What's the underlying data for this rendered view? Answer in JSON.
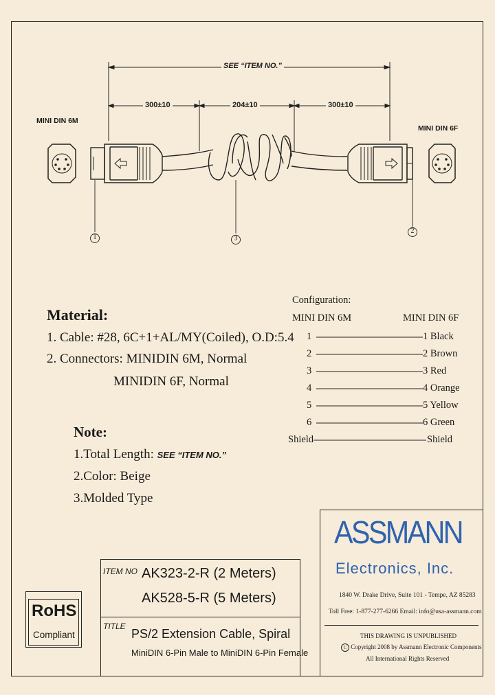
{
  "dimensions": {
    "overall": "SEE “ITEM NO.”",
    "left": "300±10",
    "middle": "204±10",
    "right": "300±10"
  },
  "connectors": {
    "left_label": "MINI DIN 6M",
    "right_label": "MINI DIN 6F"
  },
  "callouts": [
    "1",
    "2",
    "3"
  ],
  "material": {
    "heading": "Material:",
    "line1": "1. Cable: #28, 6C+1+AL/MY(Coiled), O.D:5.4",
    "line2": "2. Connectors: MINIDIN 6M, Normal",
    "line3": "MINIDIN 6F, Normal"
  },
  "note": {
    "heading": "Note:",
    "line1_prefix": "1.Total Length:",
    "line1_value": "SEE “ITEM NO.”",
    "line2": "2.Color: Beige",
    "line3": "3.Molded Type"
  },
  "configuration": {
    "title": "Configuration:",
    "left_header": "MINI DIN 6M",
    "right_header": "MINI DIN 6F",
    "rows": [
      {
        "left": "1",
        "right": "1 Black"
      },
      {
        "left": "2",
        "right": "2 Brown"
      },
      {
        "left": "3",
        "right": "3 Red"
      },
      {
        "left": "4",
        "right": "4 Orange"
      },
      {
        "left": "5",
        "right": "5 Yellow"
      },
      {
        "left": "6",
        "right": "6 Green"
      },
      {
        "left": "Shield",
        "right": "Shield"
      }
    ]
  },
  "company": {
    "name_line1": "ASSMANN",
    "name_line2": "Electronics, Inc.",
    "address": "1840 W. Drake Drive, Suite 101 - Tempe, AZ 85283",
    "contact": "Toll Free: 1-877-277-6266   Email: info@usa-assmann.com",
    "notice1": "THIS DRAWING IS UNPUBLISHED",
    "notice2": "Copyright 2008 by Assmann Electronic Components",
    "notice3": "All International Rights Reserved",
    "copyright_symbol": "C",
    "brand_color": "#2f63b0"
  },
  "rohs": {
    "line1": "RoHS",
    "line2": "Compliant"
  },
  "title_block": {
    "item_label": "ITEM NO",
    "item1": "AK323-2-R  (2 Meters)",
    "item2": "AK528-5-R  (5 Meters)",
    "title_label": "TITLE",
    "title": "PS/2 Extension Cable, Spiral",
    "subtitle": "MiniDIN 6-Pin Male to MiniDIN 6-Pin Female"
  }
}
